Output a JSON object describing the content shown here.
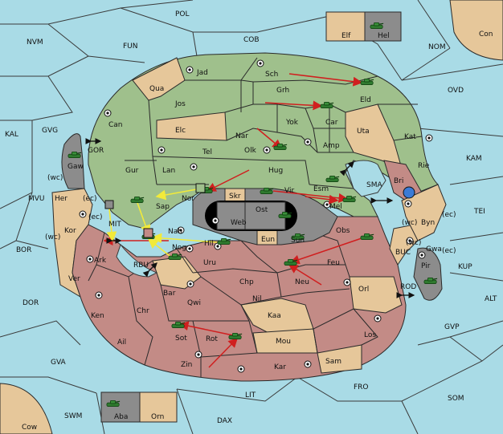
{
  "colors": {
    "water": "#a9dbe6",
    "neutral_land": "#e6c79a",
    "green_power": "#9fc08c",
    "red_power": "#c38b86",
    "gray_power": "#8c8c8c",
    "order_arrow_red": "#d01f1f",
    "order_arrow_yellow": "#f2ea3a"
  },
  "sea_labels": {
    "pol": "POL",
    "cob": "COB",
    "fun": "FUN",
    "nvm": "NVM",
    "nom": "NOM",
    "ovd": "OVD",
    "kam": "KAM",
    "tei": "TEI",
    "kal": "KAL",
    "gvg": "GVG",
    "mvu": "MVU",
    "bor": "BOR",
    "dor": "DOR",
    "gva": "GVA",
    "swm": "SWM",
    "lit": "LIT",
    "dax": "DAX",
    "fro": "FRO",
    "som": "SOM",
    "gvp": "GVP",
    "alt": "ALT",
    "kup": "KUP",
    "buc": "BUC",
    "rod": "ROD",
    "sma": "SMA",
    "gor": "GOR",
    "mit": "MIT",
    "rbu": "RBU"
  },
  "land_labels": {
    "con": "Con",
    "cow": "Cow",
    "elf": "Elf",
    "hel": "Hel",
    "aba": "Aba",
    "orn": "Orn",
    "jad": "Jad",
    "sch": "Sch",
    "qua": "Qua",
    "jos": "Jos",
    "grh": "Grh",
    "eld": "Eld",
    "can": "Can",
    "elc": "Elc",
    "yok": "Yok",
    "car": "Car",
    "nar": "Nar",
    "uta": "Uta",
    "kat": "Kat",
    "tel": "Tel",
    "olk": "Olk",
    "amp": "Amp",
    "gur": "Gur",
    "lan": "Lan",
    "hug": "Hug",
    "rie": "Rie",
    "gaw": "Gaw",
    "bri": "Bri",
    "esm": "Esm",
    "nor": "Nor",
    "skr": "Skr",
    "vir": "Vir",
    "her": "Her",
    "sap": "Sap",
    "ost": "Ost",
    "mel": "Mel",
    "web": "Web",
    "byn": "Byn",
    "kor": "Kor",
    "nab": "Nab",
    "eun": "Eun",
    "sun": "Sun",
    "obs": "Obs",
    "hil": "Hil",
    "gwa": "Gwa",
    "ark": "Ark",
    "nog": "Nog",
    "uru": "Uru",
    "feu": "Feu",
    "pir": "Pir",
    "ver": "Ver",
    "chp": "Chp",
    "neu": "Neu",
    "bar": "Bar",
    "orl": "Orl",
    "nil": "Nil",
    "qwi": "Qwi",
    "ken": "Ken",
    "chr": "Chr",
    "kaa": "Kaa",
    "ail": "Ail",
    "sot": "Sot",
    "rot": "Rot",
    "los": "Los",
    "mou": "Mou",
    "sam": "Sam",
    "zin": "Zin",
    "kar": "Kar"
  },
  "coast_labels": {
    "wc": "(wc)",
    "ec": "(ec)"
  }
}
